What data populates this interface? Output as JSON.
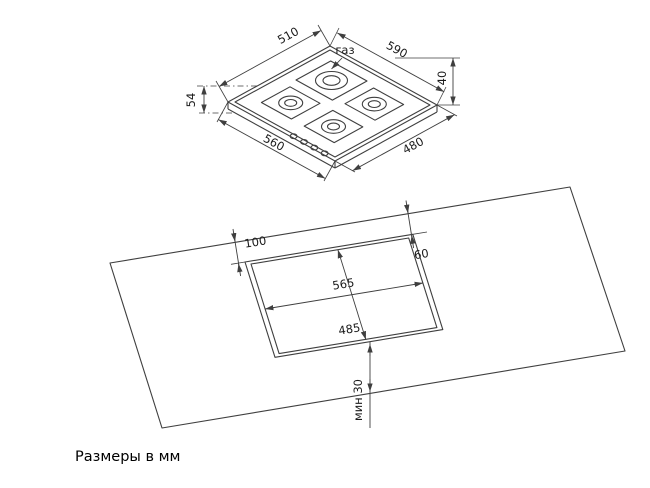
{
  "hob_view": {
    "labels": {
      "top_left": "510",
      "top_right": "590",
      "gas": "газ",
      "right_height": "40",
      "left_height": "54",
      "bottom_left": "560",
      "bottom_right": "480"
    }
  },
  "cutout_view": {
    "labels": {
      "rear_left_clearance": "100",
      "rear_right_clearance": "60",
      "width": "565",
      "depth": "485",
      "front_min": "мин 30"
    }
  },
  "footer": {
    "note": "Размеры в мм"
  }
}
